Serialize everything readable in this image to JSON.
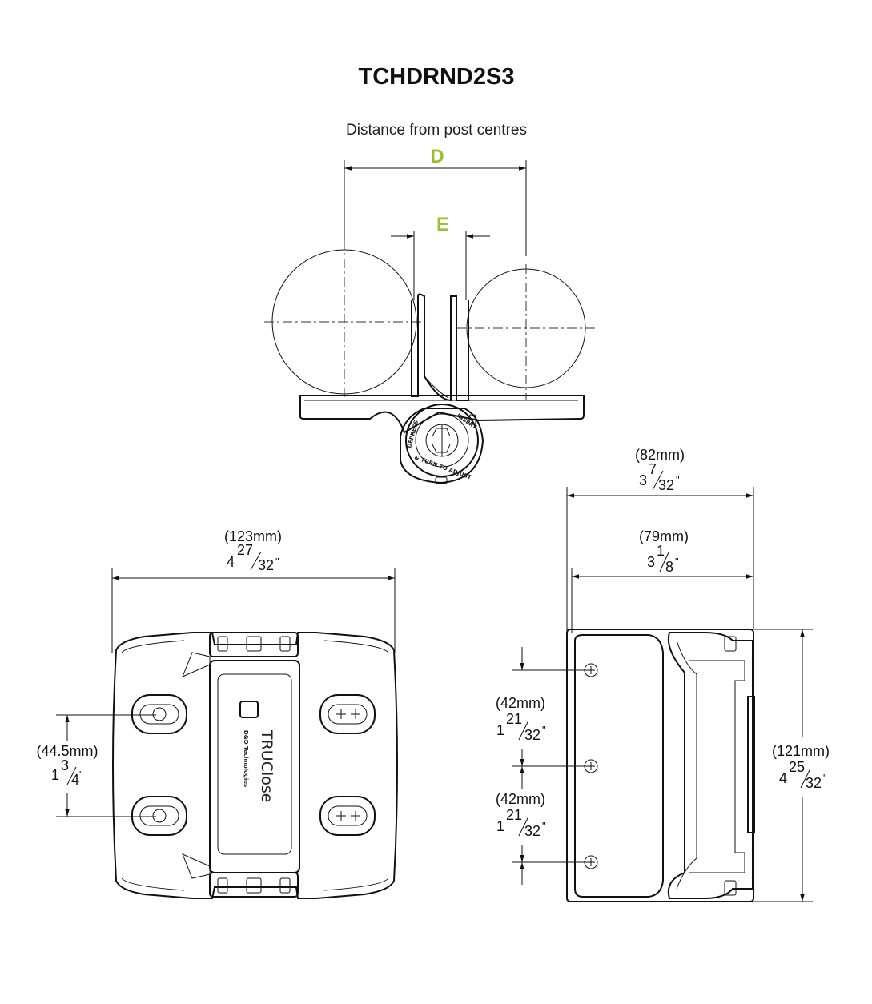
{
  "title": "TCHDRND2S3",
  "subtitle": "Distance from post centres",
  "accent_color": "#9bbf2e",
  "top_view": {
    "label_d": "D",
    "label_e": "E",
    "knob_text_top": "INSERT",
    "knob_text_side": "DEPRESS",
    "knob_text_bottom": "& TURN TO ADJUST"
  },
  "front_view": {
    "width_mm": "(123mm)",
    "width_in_whole": "4",
    "width_in_num": "27",
    "width_in_den": "32",
    "holes_mm": "(44.5mm)",
    "holes_in_whole": "1",
    "holes_in_num": "3",
    "holes_in_den": "4",
    "brand_name": "TRUClose",
    "brand_sub": "D&D Technologies"
  },
  "side_view": {
    "outer_width_mm": "(82mm)",
    "outer_width_in_whole": "3",
    "outer_width_in_num": "7",
    "outer_width_in_den": "32",
    "inner_width_mm": "(79mm)",
    "inner_width_in_whole": "3",
    "inner_width_in_num": "1",
    "inner_width_in_den": "8",
    "spacing1_mm": "(42mm)",
    "spacing1_in_whole": "1",
    "spacing1_in_num": "21",
    "spacing1_in_den": "32",
    "spacing2_mm": "(42mm)",
    "spacing2_in_whole": "1",
    "spacing2_in_num": "21",
    "spacing2_in_den": "32",
    "height_mm": "(121mm)",
    "height_in_whole": "4",
    "height_in_num": "25",
    "height_in_den": "32"
  }
}
